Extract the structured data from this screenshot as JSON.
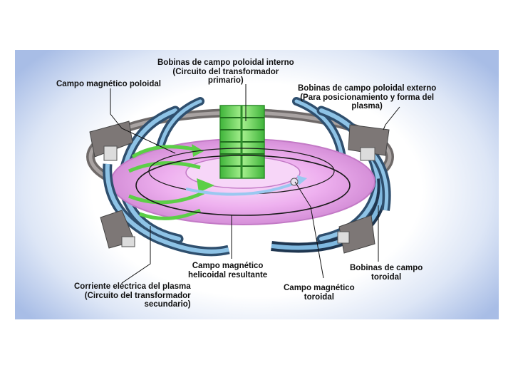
{
  "labels": {
    "inner_poloidal": [
      "Bobinas de campo poloidal interno",
      "(Circuito del transformador",
      "primario)"
    ],
    "poloidal_field": [
      "Campo magnético poloidal"
    ],
    "outer_poloidal": [
      "Bobinas de campo poloidal externo",
      "(Para posicionamiento y forma del",
      "plasma)"
    ],
    "helical_field": [
      "Campo magnético",
      "helicoidal resultante"
    ],
    "toroidal_coils": [
      "Bobinas de campo",
      "toroidal"
    ],
    "plasma_current": [
      "Corriente eléctrica del plasma",
      "(Circuito del transformador",
      "secundario)"
    ],
    "toroidal_field": [
      "Campo magnético",
      "toroidal"
    ]
  },
  "colors": {
    "plasma": "#e9a6ea",
    "central_solenoid": "#58d14a",
    "toroidal_coil": "#7fb8df",
    "outer_coil": "#8b8584",
    "background_edge": "#a8bde6"
  }
}
